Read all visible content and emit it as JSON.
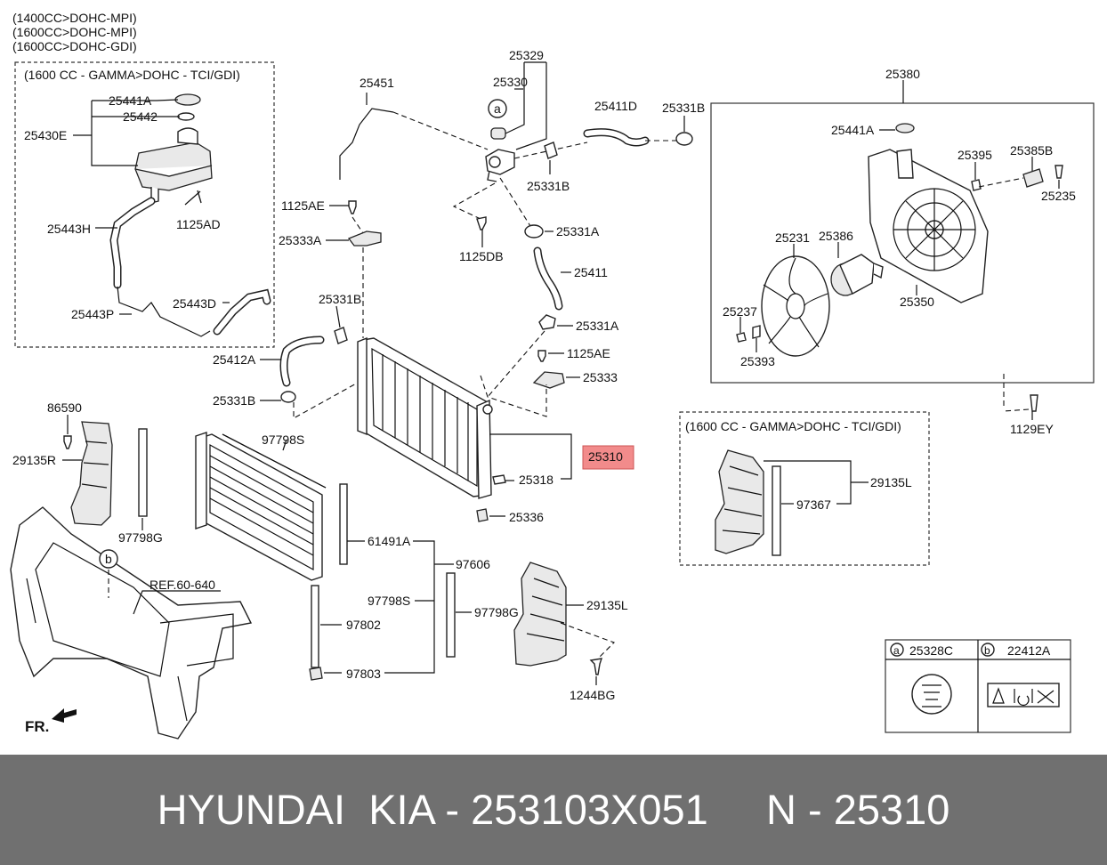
{
  "engine_variants": [
    "(1400CC>DOHC-MPI)",
    "(1600CC>DOHC-MPI)",
    "(1600CC>DOHC-GDI)"
  ],
  "inset_boxes": {
    "reservoir_variant": "(1600 CC - GAMMA>DOHC - TCI/GDI)",
    "air_guard_variant": "(1600 CC - GAMMA>DOHC - TCI/GDI)"
  },
  "callouts": {
    "p25441A_left": "25441A",
    "p25442": "25442",
    "p25430E": "25430E",
    "p1125AD": "1125AD",
    "p25443H": "25443H",
    "p25443D": "25443D",
    "p25443P": "25443P",
    "p25451": "25451",
    "p25329": "25329",
    "p25330": "25330",
    "p25411D": "25411D",
    "p25331B_top": "25331B",
    "p25331B_mid": "25331B",
    "p1125AE_top": "1125AE",
    "p25333A": "25333A",
    "p1125DB": "1125DB",
    "p25331A_top": "25331A",
    "p25411": "25411",
    "p25331B_left": "25331B",
    "p25331A_mid": "25331A",
    "p25412A": "25412A",
    "p1125AE_mid": "1125AE",
    "p25333": "25333",
    "p25331B_low": "25331B",
    "p25310": "25310",
    "p25318": "25318",
    "p25336": "25336",
    "p86590": "86590",
    "p29135R": "29135R",
    "p97798S_top": "97798S",
    "p97798G_left": "97798G",
    "p61491A": "61491A",
    "p97606": "97606",
    "p97798S_low": "97798S",
    "p97798G_mid": "97798G",
    "p97802": "97802",
    "p97803": "97803",
    "p29135L_mid": "29135L",
    "p1244BG": "1244BG",
    "pREF": "REF.60-640",
    "p25380": "25380",
    "p25441A_right": "25441A",
    "p25395": "25395",
    "p25385B": "25385B",
    "p25235": "25235",
    "p25231": "25231",
    "p25386": "25386",
    "p25350": "25350",
    "p25237": "25237",
    "p25393": "25393",
    "p1129EY": "1129EY",
    "p29135L_right": "29135L",
    "p97367": "97367",
    "marker_a": "a",
    "marker_b": "b",
    "front_label": "FR."
  },
  "highlight": {
    "part": "25310",
    "color": "#f28b8b"
  },
  "legend": [
    {
      "marker": "a",
      "part": "25328C"
    },
    {
      "marker": "b",
      "part": "22412A"
    }
  ],
  "footer": {
    "text": "HYUNDAI  KIA - 253103X051     N - 25310",
    "background": "#707070",
    "color": "#ffffff"
  }
}
